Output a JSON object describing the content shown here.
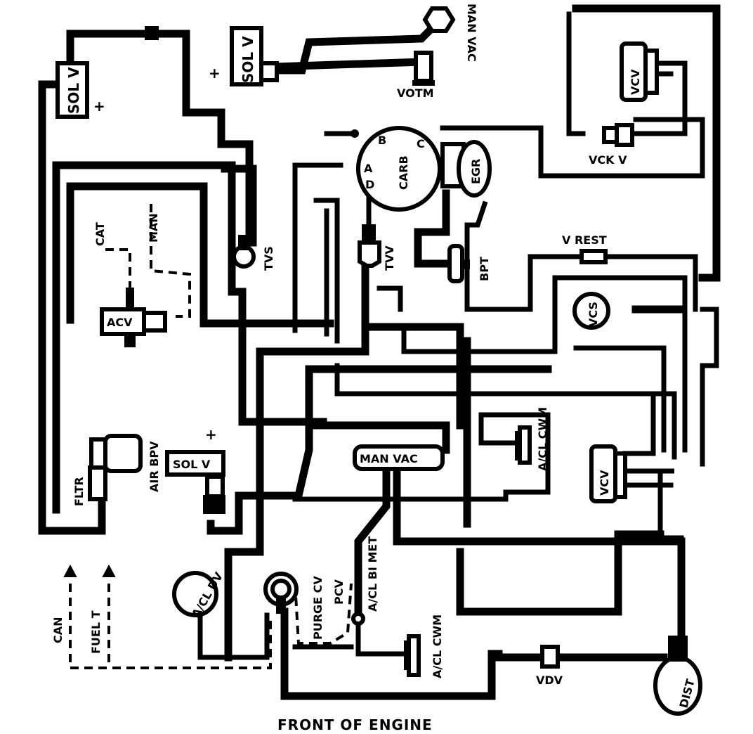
{
  "caption": "FRONT OF ENGINE",
  "labels": {
    "man_vac_top": "MAN VAC",
    "sol_v_top": "SOL V",
    "sol_v_left": "SOL V",
    "sol_v_mid": "SOL V",
    "votm": "VOTM",
    "vcv_top": "VCV",
    "vck_v": "VCK V",
    "carb": "CARB",
    "carb_a": "A",
    "carb_b": "B",
    "carb_c": "C",
    "carb_d": "D",
    "egr": "EGR",
    "bpt": "BPT",
    "tvs": "TVS",
    "tvv": "TVV",
    "v_rest": "V REST",
    "vcs": "VCS",
    "cat": "CAT",
    "man": "MAN",
    "acv": "ACV",
    "air_bpv": "AIR BPV",
    "fltr": "FLTR",
    "man_vac_box": "MAN VAC",
    "acl_cwm_mid": "A/CL CWM",
    "vcv_mid": "VCV",
    "acl_dv": "A/CL DV",
    "purge_cv": "PURGE CV",
    "pcv": "PCV",
    "acl_bi_met": "A/CL BI MET",
    "acl_cwm_bottom": "A/CL CWM",
    "vdv": "VDV",
    "dist": "DIST",
    "can": "CAN",
    "fuel_t": "FUEL T"
  },
  "plus_sign": "+"
}
